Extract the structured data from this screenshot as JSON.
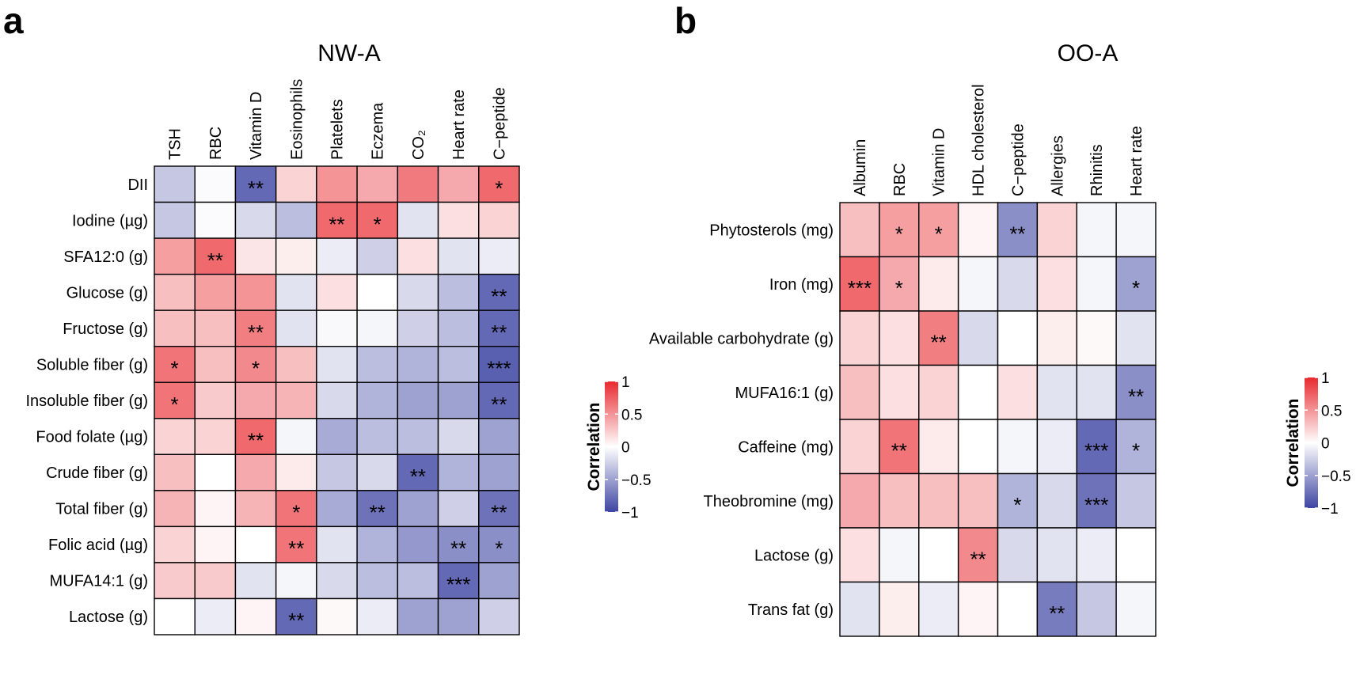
{
  "panels": {
    "a": {
      "letter": "a"
    },
    "b": {
      "letter": "b"
    }
  },
  "colorbar": {
    "title": "Correlation",
    "ticks": [
      "1",
      "0.5",
      "0",
      "−0.5",
      "−1"
    ],
    "tick_values": [
      1,
      0.5,
      0,
      -0.5,
      -1
    ],
    "colors": {
      "high": "#e8292f",
      "mid": "#ffffff",
      "low": "#3d44a2"
    }
  },
  "chart_data": [
    {
      "type": "heatmap",
      "title": "NW-A",
      "x": [
        "TSH",
        "RBC",
        "Vitamin D",
        "Eosinophils",
        "Platelets",
        "Eczema",
        "CO₂",
        "Heart rate",
        "C−peptide"
      ],
      "y": [
        "DII",
        "Iodine (µg)",
        "SFA12:0 (g)",
        "Glucose (g)",
        "Fructose (g)",
        "Soluble fiber (g)",
        "Insoluble fiber (g)",
        "Food folate (µg)",
        "Crude fiber (g)",
        "Total fiber (g)",
        "Folic acid (µg)",
        "MUFA14:1 (g)",
        "Lactose (g)"
      ],
      "zlim": [
        -1,
        1
      ],
      "values": [
        [
          -0.3,
          -0.02,
          -0.8,
          0.2,
          0.5,
          0.4,
          0.62,
          0.4,
          0.7
        ],
        [
          -0.3,
          -0.02,
          -0.2,
          -0.35,
          0.7,
          0.7,
          -0.15,
          0.15,
          0.2
        ],
        [
          0.45,
          0.7,
          0.12,
          0.08,
          -0.1,
          -0.25,
          0.15,
          -0.15,
          -0.1
        ],
        [
          0.3,
          0.45,
          0.5,
          -0.15,
          0.15,
          0.0,
          -0.2,
          -0.35,
          -0.8
        ],
        [
          0.3,
          0.3,
          0.6,
          -0.15,
          -0.03,
          -0.05,
          -0.25,
          -0.35,
          -0.8
        ],
        [
          0.65,
          0.3,
          0.55,
          0.3,
          -0.15,
          -0.35,
          -0.4,
          -0.35,
          -0.85
        ],
        [
          0.65,
          0.25,
          0.4,
          0.35,
          -0.2,
          -0.4,
          -0.5,
          -0.5,
          -0.8
        ],
        [
          0.2,
          0.2,
          0.7,
          -0.05,
          -0.45,
          -0.35,
          -0.35,
          -0.2,
          -0.5
        ],
        [
          0.3,
          0.0,
          0.4,
          0.1,
          -0.3,
          -0.2,
          -0.8,
          -0.4,
          -0.5
        ],
        [
          0.35,
          0.05,
          0.35,
          0.65,
          -0.45,
          -0.75,
          -0.5,
          -0.25,
          -0.75
        ],
        [
          0.2,
          0.05,
          0.0,
          0.65,
          -0.15,
          -0.4,
          -0.55,
          -0.6,
          -0.6
        ],
        [
          0.25,
          0.25,
          -0.15,
          -0.05,
          -0.2,
          -0.35,
          -0.35,
          -0.8,
          -0.5
        ],
        [
          0.0,
          -0.1,
          0.05,
          -0.8,
          0.03,
          -0.1,
          -0.5,
          -0.5,
          -0.25
        ]
      ],
      "annotations": [
        [
          "",
          "",
          "**",
          "",
          "",
          "",
          "",
          "",
          "*"
        ],
        [
          "",
          "",
          "",
          "",
          "**",
          "*",
          "",
          "",
          ""
        ],
        [
          "",
          "**",
          "",
          "",
          "",
          "",
          "",
          "",
          ""
        ],
        [
          "",
          "",
          "",
          "",
          "",
          "",
          "",
          "",
          "**"
        ],
        [
          "",
          "",
          "**",
          "",
          "",
          "",
          "",
          "",
          "**"
        ],
        [
          "*",
          "",
          "*",
          "",
          "",
          "",
          "",
          "",
          "***"
        ],
        [
          "*",
          "",
          "",
          "",
          "",
          "",
          "",
          "",
          "**"
        ],
        [
          "",
          "",
          "**",
          "",
          "",
          "",
          "",
          "",
          ""
        ],
        [
          "",
          "",
          "",
          "",
          "",
          "",
          "**",
          "",
          ""
        ],
        [
          "",
          "",
          "",
          "*",
          "",
          "**",
          "",
          "",
          "**"
        ],
        [
          "",
          "",
          "",
          "**",
          "",
          "",
          "",
          "**",
          "*"
        ],
        [
          "",
          "",
          "",
          "",
          "",
          "",
          "",
          "***",
          ""
        ],
        [
          "",
          "",
          "",
          "**",
          "",
          "",
          "",
          "",
          ""
        ]
      ]
    },
    {
      "type": "heatmap",
      "title": "OO-A",
      "x": [
        "Albumin",
        "RBC",
        "Vitamin D",
        "HDL cholesterol",
        "C−peptide",
        "Allergies",
        "Rhinitis",
        "Heart rate"
      ],
      "y": [
        "Phytosterols (mg)",
        "Iron (mg)",
        "Available carbohydrate (g)",
        "MUFA16:1 (g)",
        "Caffeine (mg)",
        "Theobromine (mg)",
        "Lactose (g)",
        "Trans fat (g)"
      ],
      "zlim": [
        -1,
        1
      ],
      "values": [
        [
          0.3,
          0.45,
          0.45,
          0.05,
          -0.6,
          0.2,
          -0.05,
          -0.05
        ],
        [
          0.7,
          0.4,
          0.1,
          -0.05,
          -0.2,
          0.15,
          -0.05,
          -0.5
        ],
        [
          0.2,
          0.15,
          0.6,
          -0.2,
          0.0,
          0.08,
          0.03,
          -0.15
        ],
        [
          0.3,
          0.15,
          0.2,
          0.0,
          0.15,
          -0.15,
          -0.15,
          -0.6
        ],
        [
          0.2,
          0.65,
          0.1,
          0.0,
          -0.05,
          -0.1,
          -0.8,
          -0.4
        ],
        [
          0.4,
          0.3,
          0.3,
          0.3,
          -0.4,
          -0.2,
          -0.75,
          -0.3
        ],
        [
          0.15,
          -0.05,
          0.0,
          0.55,
          -0.2,
          -0.15,
          -0.1,
          0.0
        ],
        [
          -0.15,
          0.08,
          -0.1,
          0.05,
          0.0,
          -0.7,
          -0.3,
          -0.05
        ]
      ],
      "annotations": [
        [
          "",
          "*",
          "*",
          "",
          "**",
          "",
          "",
          ""
        ],
        [
          "***",
          "*",
          "",
          "",
          "",
          "",
          "",
          "*"
        ],
        [
          "",
          "",
          "**",
          "",
          "",
          "",
          "",
          ""
        ],
        [
          "",
          "",
          "",
          "",
          "",
          "",
          "",
          "**"
        ],
        [
          "",
          "**",
          "",
          "",
          "",
          "",
          "***",
          "*"
        ],
        [
          "",
          "",
          "",
          "",
          "*",
          "",
          "***",
          ""
        ],
        [
          "",
          "",
          "",
          "**",
          "",
          "",
          "",
          ""
        ],
        [
          "",
          "",
          "",
          "",
          "",
          "**",
          "",
          ""
        ]
      ]
    }
  ]
}
